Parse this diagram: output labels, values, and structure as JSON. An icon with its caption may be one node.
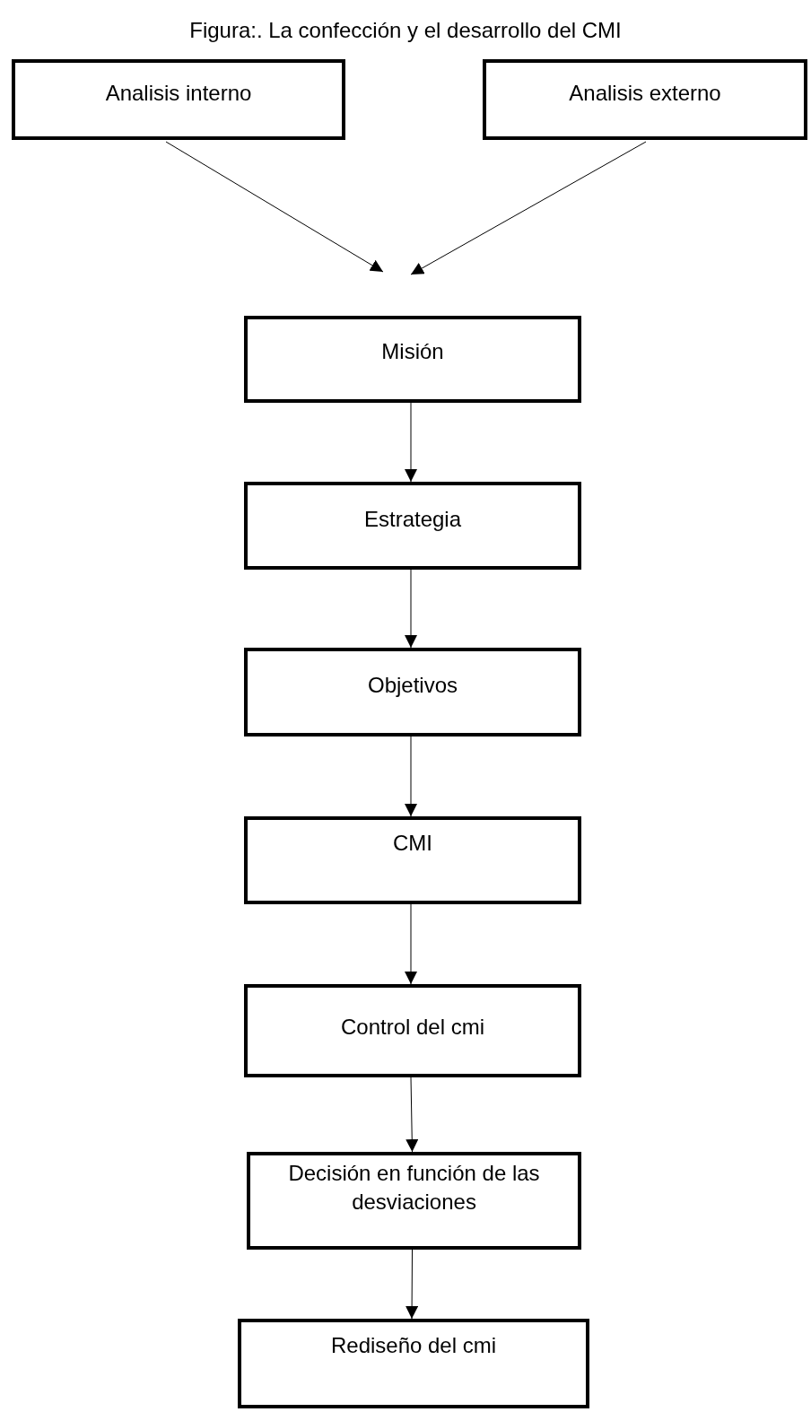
{
  "diagram": {
    "title": "Figura:. La confección y el desarrollo del CMI",
    "nodes": [
      {
        "text": [
          "Analisis interno"
        ]
      },
      {
        "text": [
          "Analisis externo"
        ]
      },
      {
        "text": [
          "Misión"
        ]
      },
      {
        "text": [
          "Estrategia"
        ]
      },
      {
        "text": [
          "Objetivos"
        ]
      },
      {
        "text": [
          "CMI"
        ]
      },
      {
        "text": [
          "Control del cmi"
        ]
      },
      {
        "text": [
          "Decisión en función de las desviaciones"
        ]
      },
      {
        "text": [
          "Rediseño del cmi"
        ]
      }
    ],
    "edges": [
      {
        "from": 0,
        "to": null,
        "arrow": "to"
      },
      {
        "from": 1,
        "to": null,
        "arrow": "to"
      },
      {
        "from": 2,
        "to": 3,
        "arrow": "to"
      },
      {
        "from": 3,
        "to": 4,
        "arrow": "to"
      },
      {
        "from": 4,
        "to": 5,
        "arrow": "to"
      },
      {
        "from": 5,
        "to": 6,
        "arrow": "to"
      },
      {
        "from": 6,
        "to": 7,
        "arrow": "to"
      },
      {
        "from": 7,
        "to": 8,
        "arrow": "to"
      }
    ]
  }
}
